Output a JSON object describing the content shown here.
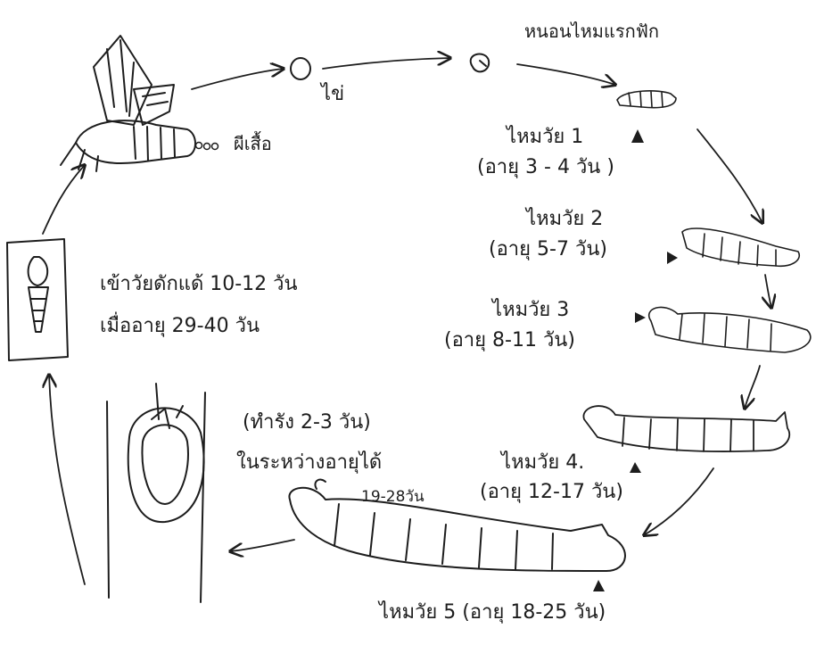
{
  "labels": {
    "first_larva": "หนอนไหมแรกฟัก",
    "egg": "ไข่",
    "moth": "ผีเสื้อ",
    "instar1": "ไหมวัย 1",
    "instar1_age": "(อายุ 3 - 4 วัน )",
    "instar2": "ไหมวัย 2",
    "instar2_age": "(อายุ 5-7 วัน)",
    "instar3": "ไหมวัย 3",
    "instar3_age": "(อายุ 8-11 วัน)",
    "instar4": "ไหมวัย 4.",
    "instar4_age": "(อายุ 12-17 วัน)",
    "instar5": "ไหมวัย 5 (อายุ 18-25 วัน)",
    "pupa_line1": "เข้าวัยดักแด้ 10-12 วัน",
    "pupa_line2": "เมื่ออายุ 29-40 วัน",
    "cocoon_line1": "(ทำรัง 2-3 วัน)",
    "cocoon_line2": "ในระหว่างอายุได้",
    "cocoon_line3": "19-28วัน"
  },
  "colors": {
    "ink": "#1d1d1d",
    "paper": "#ffffff"
  },
  "icons": [
    "moth-icon",
    "egg-icon",
    "hatchling-icon",
    "silkworm-icon",
    "pupa-icon",
    "cocoon-icon",
    "arrow-icon",
    "pointer-triangle-icon"
  ]
}
